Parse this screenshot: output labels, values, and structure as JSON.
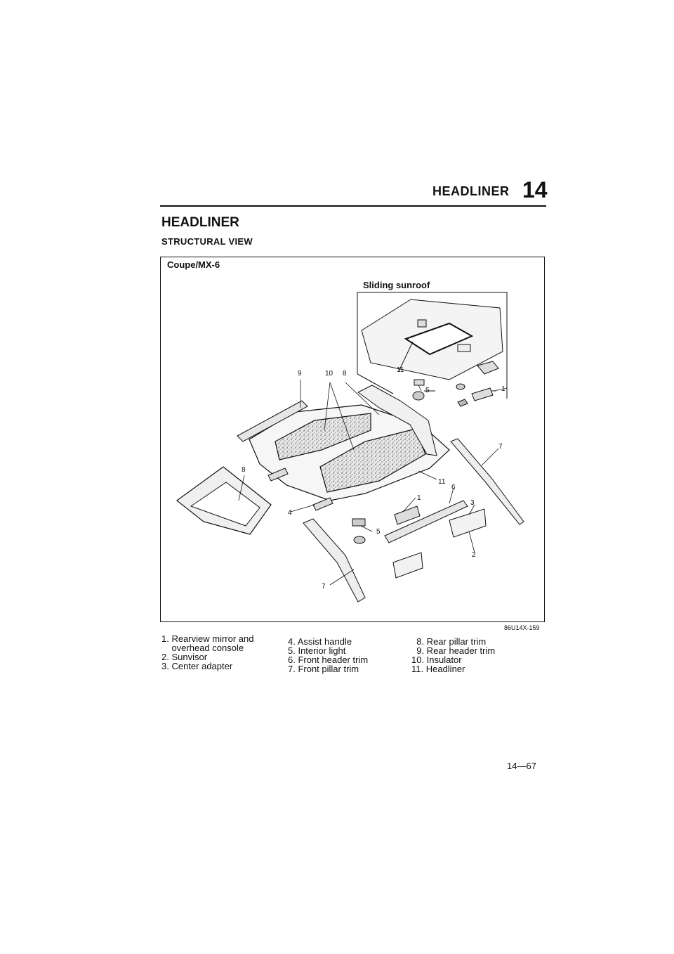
{
  "header": {
    "section_title": "HEADLINER",
    "chapter_number": "14"
  },
  "page": {
    "title": "HEADLINER",
    "subtitle": "STRUCTURAL VIEW",
    "page_number": "14—67"
  },
  "figure": {
    "variant_label": "Coupe/MX-6",
    "inset_label": "Sliding sunroof",
    "figure_code": "86U14X-159",
    "callouts": {
      "c1": "1",
      "c2": "2",
      "c3": "3",
      "c4": "4",
      "c5": "5",
      "c6": "6",
      "c7": "7",
      "c8": "8",
      "c9": "9",
      "c10": "10",
      "c11": "11"
    }
  },
  "legend": {
    "col1": [
      "1. Rearview mirror and",
      "    overhead console",
      "2. Sunvisor",
      "3. Center adapter"
    ],
    "col2": [
      "4. Assist handle",
      "5. Interior light",
      "6. Front header trim",
      "7. Front pillar trim"
    ],
    "col3": [
      "  8. Rear pillar trim",
      "  9. Rear header trim",
      "10. Insulator",
      "11. Headliner"
    ]
  }
}
